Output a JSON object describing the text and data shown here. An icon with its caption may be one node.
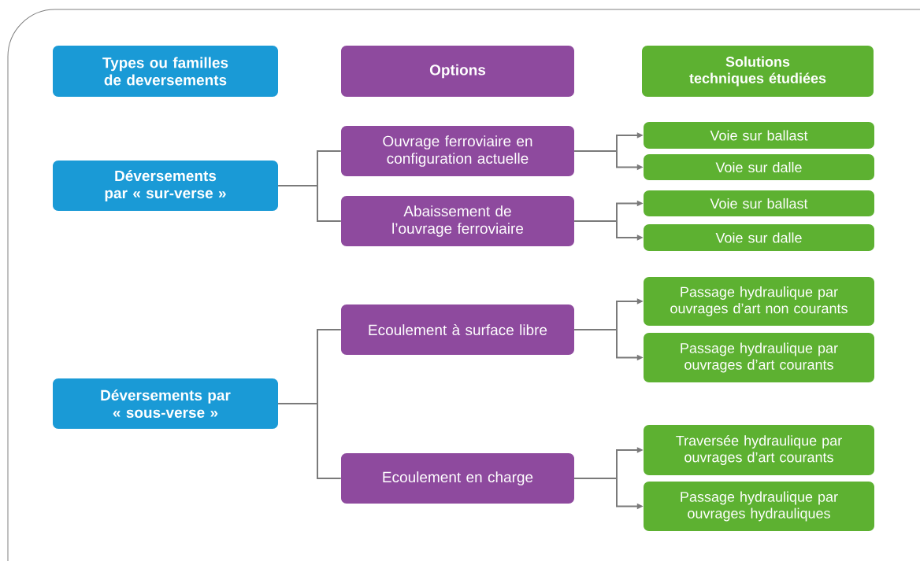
{
  "diagram": {
    "nodes": [
      {
        "text": [
          "Types ou familles de deversements"
        ]
      },
      {
        "text": [
          "Options"
        ]
      },
      {
        "text": [
          "Solutions techniques étudiées"
        ]
      },
      {
        "text": [
          "Déversements par « sur-verse »"
        ]
      },
      {
        "text": [
          "Ouvrage ferroviaire en configuration actuelle"
        ]
      },
      {
        "text": [
          "Voie sur ballast"
        ]
      },
      {
        "text": [
          "Voie sur dalle"
        ]
      },
      {
        "text": [
          "Abaissement de l’ouvrage ferroviaire"
        ]
      },
      {
        "text": [
          "Voie sur ballast"
        ]
      },
      {
        "text": [
          "Voie sur dalle"
        ]
      },
      {
        "text": [
          "Passage hydraulique par ouvrages d’art non courants"
        ]
      },
      {
        "text": [
          "Passage hydraulique par ouvrages d’art courants"
        ]
      },
      {
        "text": [
          "Déversements par « sous-verse »"
        ]
      },
      {
        "text": [
          "Ecoulement à surface libre"
        ]
      },
      {
        "text": [
          "Ecoulement en charge"
        ]
      },
      {
        "text": [
          "Traversée hydraulique par ouvrages d’art courants"
        ]
      },
      {
        "text": [
          "Passage hydraulique par ouvrages hydrauliques"
        ]
      }
    ],
    "edges": [
      {
        "from": 3,
        "to": 4,
        "arrow": "none"
      },
      {
        "from": 3,
        "to": 7,
        "arrow": "none"
      },
      {
        "from": 4,
        "to": 5,
        "arrow": "to"
      },
      {
        "from": 4,
        "to": 6,
        "arrow": "to"
      },
      {
        "from": 7,
        "to": 8,
        "arrow": "to"
      },
      {
        "from": 7,
        "to": 9,
        "arrow": "to"
      },
      {
        "from": 12,
        "to": 13,
        "arrow": "none"
      },
      {
        "from": 12,
        "to": 14,
        "arrow": "none"
      },
      {
        "from": 13,
        "to": 10,
        "arrow": "to"
      },
      {
        "from": 13,
        "to": 11,
        "arrow": "to"
      },
      {
        "from": 14,
        "to": 15,
        "arrow": "to"
      },
      {
        "from": 14,
        "to": 16,
        "arrow": "to"
      }
    ]
  }
}
